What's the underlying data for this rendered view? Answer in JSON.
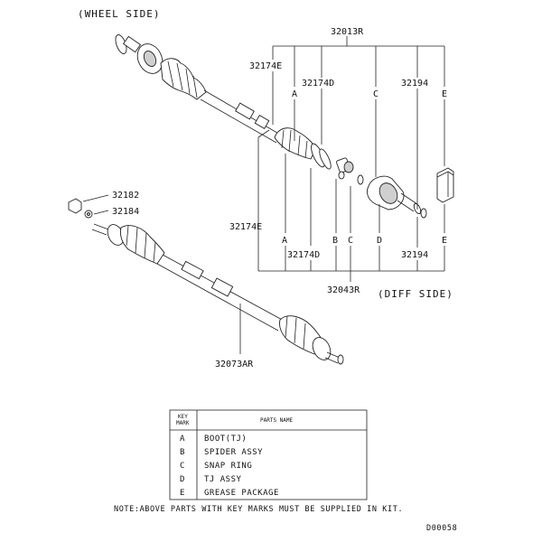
{
  "side_labels": {
    "wheel_side": "(WHEEL SIDE)",
    "diff_side": "(DIFF SIDE)"
  },
  "part_labels": {
    "p32013R": "32013R",
    "p32174E_top": "32174E",
    "p32174D_top": "32174D",
    "p32194_top": "32194",
    "p32182": "32182",
    "p32184": "32184",
    "p32174E_bot": "32174E",
    "p32174D_bot": "32174D",
    "p32194_bot": "32194",
    "p32043R": "32043R",
    "p32073AR": "32073AR"
  },
  "key_letters": {
    "top_a": "A",
    "top_c": "C",
    "top_e": "E",
    "bot_a": "A",
    "bot_b": "B",
    "bot_c": "C",
    "bot_d": "D",
    "bot_e": "E"
  },
  "table": {
    "header_key_1": "KEY",
    "header_key_2": "MARK",
    "header_name": "PARTS NAME",
    "rows": [
      {
        "key": "A",
        "name": "BOOT(TJ)"
      },
      {
        "key": "B",
        "name": "SPIDER ASSY"
      },
      {
        "key": "C",
        "name": "SNAP RING"
      },
      {
        "key": "D",
        "name": "TJ ASSY"
      },
      {
        "key": "E",
        "name": "GREASE PACKAGE"
      }
    ]
  },
  "note": "NOTE:ABOVE PARTS WITH KEY MARKS MUST BE SUPPLIED IN KIT.",
  "diagram_code": "D00058"
}
